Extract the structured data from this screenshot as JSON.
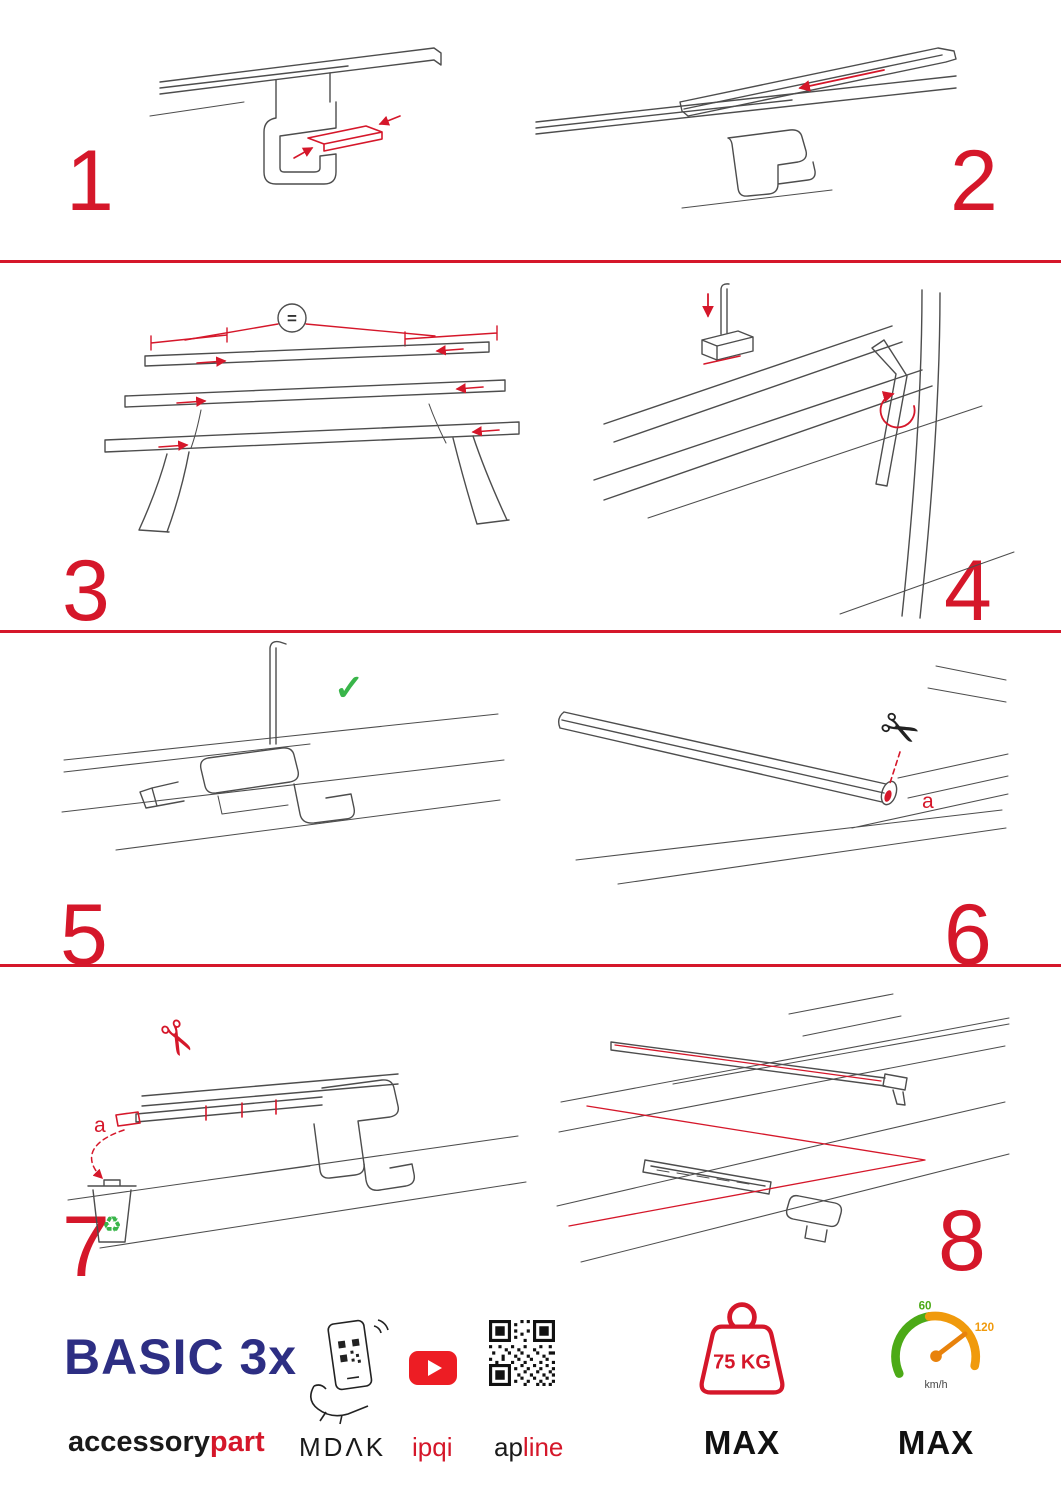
{
  "page": {
    "accent_red": "#d5172a",
    "brand_blue": "#2d2e83",
    "green": "#39b54a"
  },
  "steps": [
    {
      "label": "1"
    },
    {
      "label": "2"
    },
    {
      "label": "3"
    },
    {
      "label": "4"
    },
    {
      "label": "5"
    },
    {
      "label": "6"
    },
    {
      "label": "7"
    },
    {
      "label": "8"
    }
  ],
  "annotations": {
    "equal_spacing": "=",
    "check": "✓",
    "scissors": "✂",
    "cut_label_6": "a",
    "cut_label_7": "a",
    "recycle": "♻"
  },
  "footer": {
    "product_name": "BASIC 3x",
    "brand_part1": "accessory",
    "brand_part2": "part",
    "partner_mdak": "MDΛK",
    "partner_ipqi": "ipqi",
    "partner_apline_part1": "ap",
    "partner_apline_part2": "line",
    "max_load": "75 KG",
    "max_load_label": "MAX",
    "speed_min": "60",
    "speed_max_value": "120",
    "speed_unit": "km/h",
    "speed_label": "MAX"
  }
}
